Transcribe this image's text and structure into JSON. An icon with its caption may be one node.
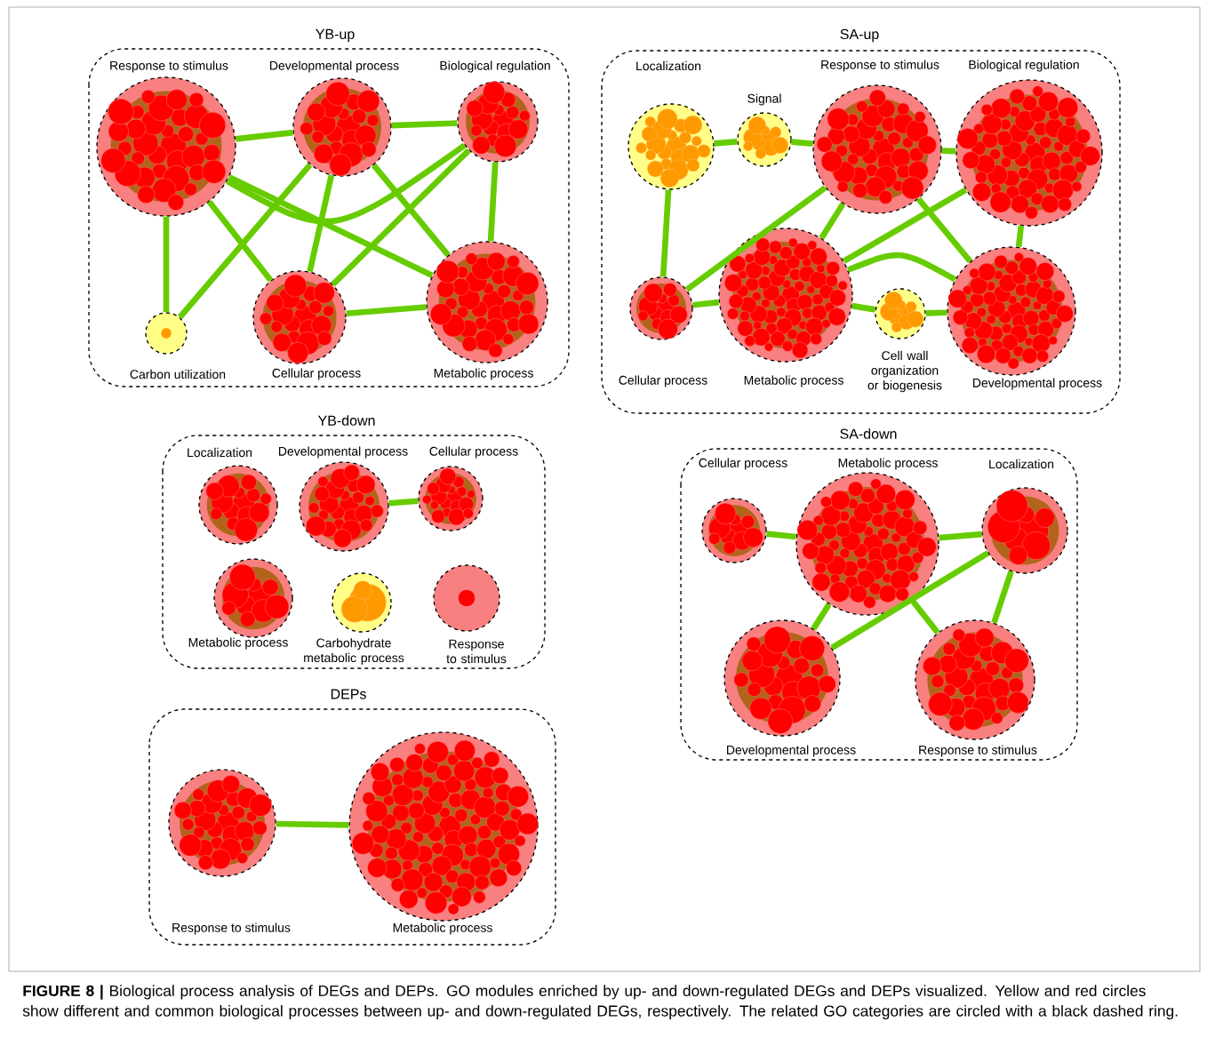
{
  "diagram": {
    "caption": "**FIGURE 8 |** Biological process analysis of DEGs and DEPs. GO modules enriched by up- and down-regulated DEGs and DEPs visualized. Yellow and red circles show different and common biological processes between up- and down-regulated DEGs, respectively. The related GO categories are circled with a black dashed ring.",
    "nodes": [
      {
        "text": [
          "YB-up"
        ]
      },
      {
        "text": [
          "Response to stimulus"
        ],
        "in": 0
      },
      {
        "text": [
          "Developmental process"
        ],
        "in": 0
      },
      {
        "text": [
          "Biological regulation"
        ],
        "in": 0
      },
      {
        "text": [
          "Carbon utilization"
        ],
        "in": 0
      },
      {
        "text": [
          "Cellular process"
        ],
        "in": 0
      },
      {
        "text": [
          "Metabolic process"
        ],
        "in": 0
      },
      {
        "text": [
          "SA-up"
        ]
      },
      {
        "text": [
          "Localization"
        ],
        "in": 7
      },
      {
        "text": [
          "Signal"
        ],
        "in": 7
      },
      {
        "text": [
          "Response to stimulus"
        ],
        "in": 7
      },
      {
        "text": [
          "Biological regulation"
        ],
        "in": 7
      },
      {
        "text": [
          "Cellular process"
        ],
        "in": 7
      },
      {
        "text": [
          "Metabolic process"
        ],
        "in": 7
      },
      {
        "text": [
          "Cell wall organization or biogenesis"
        ],
        "in": 7
      },
      {
        "text": [
          "Developmental process"
        ],
        "in": 7
      },
      {
        "text": [
          "YB-down"
        ]
      },
      {
        "text": [
          "Localization"
        ],
        "in": 16
      },
      {
        "text": [
          "Developmental process"
        ],
        "in": 16
      },
      {
        "text": [
          "Cellular process"
        ],
        "in": 16
      },
      {
        "text": [
          "Metabolic process"
        ],
        "in": 16
      },
      {
        "text": [
          "Carbohydrate metabolic process"
        ],
        "in": 16
      },
      {
        "text": [
          "Response to stimulus"
        ],
        "in": 16
      },
      {
        "text": [
          "SA-down"
        ]
      },
      {
        "text": [
          "Cellular process"
        ],
        "in": 23
      },
      {
        "text": [
          "Metabolic process"
        ],
        "in": 23
      },
      {
        "text": [
          "Localization"
        ],
        "in": 23
      },
      {
        "text": [
          "Developmental process"
        ],
        "in": 23
      },
      {
        "text": [
          "Response to stimulus"
        ],
        "in": 23
      },
      {
        "text": [
          "DEPs"
        ]
      },
      {
        "text": [
          "Response to stimulus"
        ],
        "in": 29
      },
      {
        "text": [
          "Metabolic process"
        ],
        "in": 29
      }
    ],
    "edges": [
      {
        "from": 1,
        "to": 2,
        "arrow": "none"
      },
      {
        "from": 1,
        "to": 3,
        "arrow": "none"
      },
      {
        "from": 2,
        "to": 3,
        "arrow": "none"
      },
      {
        "from": 1,
        "to": 5,
        "arrow": "none"
      },
      {
        "from": 1,
        "to": 6,
        "arrow": "none"
      },
      {
        "from": 2,
        "to": 5,
        "arrow": "none"
      },
      {
        "from": 2,
        "to": 6,
        "arrow": "none"
      },
      {
        "from": 3,
        "to": 6,
        "arrow": "none"
      },
      {
        "from": 3,
        "to": 5,
        "arrow": "none"
      },
      {
        "from": 5,
        "to": 6,
        "arrow": "none"
      },
      {
        "from": 4,
        "to": 1,
        "arrow": "none"
      },
      {
        "from": 4,
        "to": 2,
        "arrow": "none"
      },
      {
        "from": 8,
        "to": 9,
        "arrow": "none"
      },
      {
        "from": 9,
        "to": 10,
        "arrow": "none"
      },
      {
        "from": 10,
        "to": 11,
        "arrow": "none"
      },
      {
        "from": 8,
        "to": 12,
        "arrow": "none"
      },
      {
        "from": 12,
        "to": 13,
        "arrow": "none"
      },
      {
        "from": 12,
        "to": 10,
        "arrow": "none"
      },
      {
        "from": 13,
        "to": 10,
        "arrow": "none"
      },
      {
        "from": 13,
        "to": 11,
        "arrow": "none"
      },
      {
        "from": 13,
        "to": 14,
        "arrow": "none"
      },
      {
        "from": 14,
        "to": 15,
        "arrow": "none"
      },
      {
        "from": 13,
        "to": 15,
        "arrow": "none"
      },
      {
        "from": 10,
        "to": 15,
        "arrow": "none"
      },
      {
        "from": 11,
        "to": 15,
        "arrow": "none"
      },
      {
        "from": 18,
        "to": 19,
        "arrow": "none"
      },
      {
        "from": 24,
        "to": 25,
        "arrow": "none"
      },
      {
        "from": 25,
        "to": 26,
        "arrow": "none"
      },
      {
        "from": 25,
        "to": 27,
        "arrow": "none"
      },
      {
        "from": 25,
        "to": 28,
        "arrow": "none"
      },
      {
        "from": 26,
        "to": 28,
        "arrow": "none"
      },
      {
        "from": 26,
        "to": 27,
        "arrow": "none"
      },
      {
        "from": 30,
        "to": 31,
        "arrow": "none"
      }
    ]
  }
}
